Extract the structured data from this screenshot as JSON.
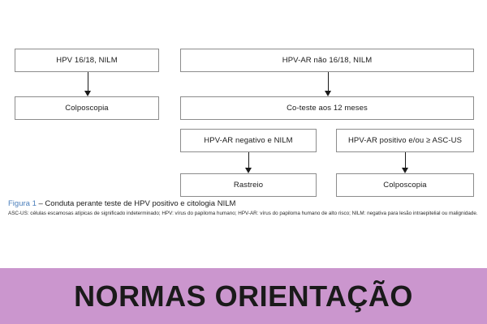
{
  "flowchart": {
    "nodes": [
      {
        "id": "hpv-1618",
        "label": "HPV 16/18, NILM"
      },
      {
        "id": "hpv-ar-nao-1618",
        "label": "HPV-AR não 16/18, NILM"
      },
      {
        "id": "colposcopia-1",
        "label": "Colposcopia"
      },
      {
        "id": "co-teste",
        "label": "Co-teste aos 12 meses"
      },
      {
        "id": "hpv-ar-negativo",
        "label": "HPV-AR negativo e NILM"
      },
      {
        "id": "hpv-ar-positivo",
        "label": "HPV-AR positivo e/ou ≥ ASC-US"
      },
      {
        "id": "rastreio",
        "label": "Rastreio"
      },
      {
        "id": "colposcopia-2",
        "label": "Colposcopia"
      }
    ],
    "border_color": "#8c8c8c",
    "arrow_color": "#1a1a1a"
  },
  "caption": {
    "figure_label": "Figura 1",
    "title_rest": " – Conduta perante teste de HPV positivo e citologia NILM",
    "figure_label_color": "#4a7ebb",
    "note": "ASC-US: células escamosas atípicas de significado indeterminado; HPV: vírus do papiloma humano; HPV-AR: vírus do papiloma humano de alto risco; NILM: negativa para lesão intraepitelial ou malignidade."
  },
  "banner": {
    "text": "NORMAS ORIENTAÇÃO",
    "background_color": "#cb96ce",
    "text_color": "#1a1a1a"
  }
}
